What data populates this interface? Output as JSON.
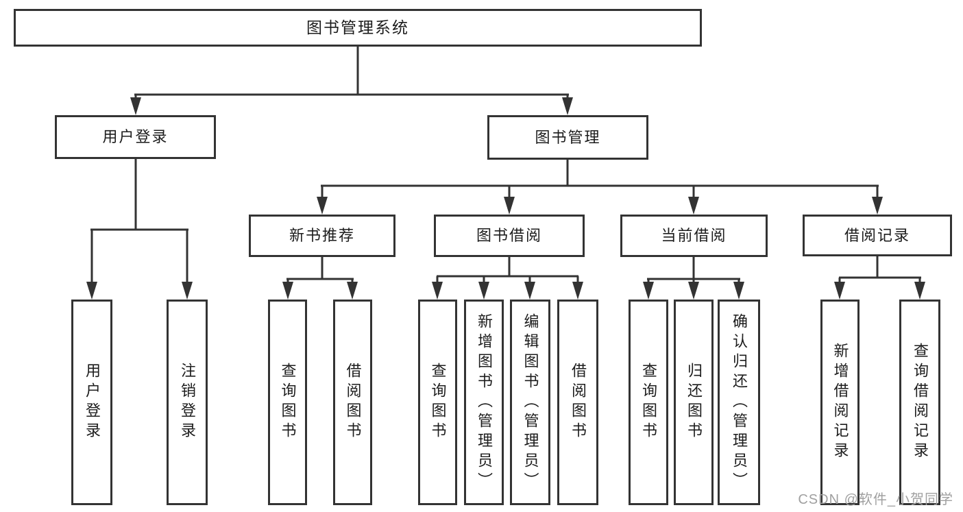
{
  "diagram_title": "图书管理系统",
  "nodes": {
    "root": {
      "label": "图书管理系统"
    },
    "user_login": {
      "label": "用户登录"
    },
    "book_mgmt": {
      "label": "图书管理"
    },
    "new_book_rec": {
      "label": "新书推荐"
    },
    "book_borrow": {
      "label": "图书借阅"
    },
    "current_borrow": {
      "label": "当前借阅"
    },
    "borrow_record": {
      "label": "借阅记录"
    },
    "ul_user_login": {
      "label": "用户登录"
    },
    "ul_logout": {
      "label": "注销登录"
    },
    "nb_query_book": {
      "label": "查询图书"
    },
    "nb_borrow_book": {
      "label": "借阅图书"
    },
    "bb_query_book": {
      "label": "查询图书"
    },
    "bb_add_book": {
      "label": "新增图书（管理员）"
    },
    "bb_edit_book": {
      "label": "编辑图书（管理员）"
    },
    "bb_borrow_book": {
      "label": "借阅图书"
    },
    "cb_query_book": {
      "label": "查询图书"
    },
    "cb_return_book": {
      "label": "归还图书"
    },
    "cb_confirm_return": {
      "label": "确认归还（管理员）"
    },
    "br_add_record": {
      "label": "新增借阅记录"
    },
    "br_query_record": {
      "label": "查询借阅记录"
    }
  },
  "hierarchy": {
    "图书管理系统": [
      "用户登录",
      "图书管理"
    ],
    "用户登录": [
      "用户登录",
      "注销登录"
    ],
    "图书管理": [
      "新书推荐",
      "图书借阅",
      "当前借阅",
      "借阅记录"
    ],
    "新书推荐": [
      "查询图书",
      "借阅图书"
    ],
    "图书借阅": [
      "查询图书",
      "新增图书（管理员）",
      "编辑图书（管理员）",
      "借阅图书"
    ],
    "当前借阅": [
      "查询图书",
      "归还图书",
      "确认归还（管理员）"
    ],
    "借阅记录": [
      "新增借阅记录",
      "查询借阅记录"
    ]
  },
  "watermark": {
    "text": "CSDN @软件_小贺同学"
  },
  "colors": {
    "line": "#333333",
    "box_border": "#333333",
    "text": "#1c1c1c",
    "watermark": "#a0a0a0",
    "background": "#ffffff"
  }
}
